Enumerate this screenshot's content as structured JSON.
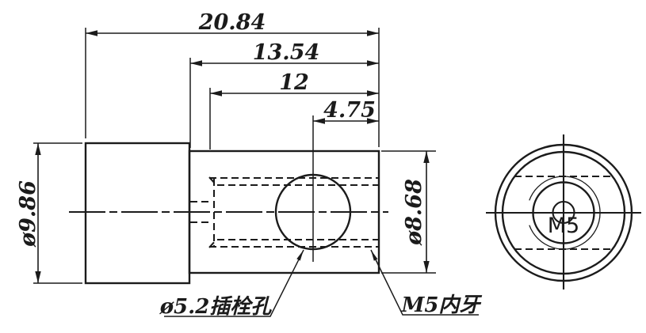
{
  "meta": {
    "type": "engineering-drawing",
    "background_color": "#ffffff",
    "line_color": "#1b1b1b"
  },
  "front_view": {
    "dimensions": {
      "overall_length": "20.84",
      "shank_length": "13.54",
      "thread_length": "12",
      "hole_offset": "4.75",
      "head_diameter": "ø9.86",
      "body_diameter": "ø8.68"
    },
    "callouts": {
      "pin_hole": "ø5.2插栓孔",
      "internal_thread": "M5内牙"
    }
  },
  "end_view": {
    "thread_size": "M5"
  }
}
